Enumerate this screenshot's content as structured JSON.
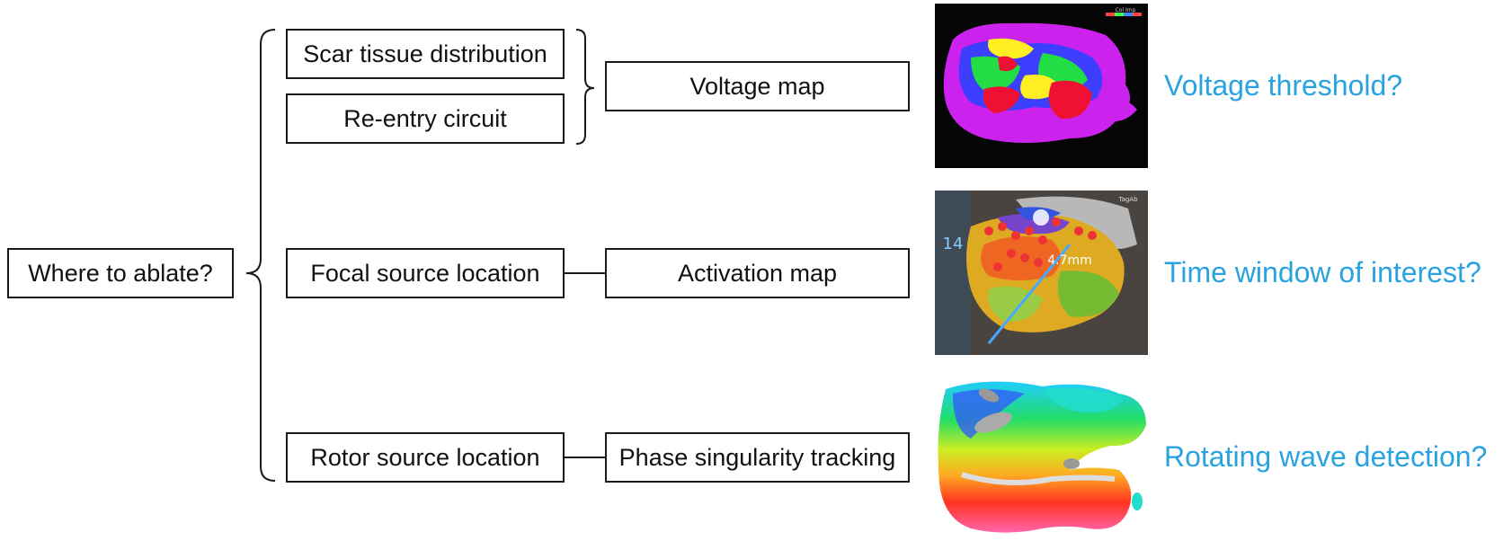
{
  "root": {
    "label": "Where to ablate?"
  },
  "targets": [
    {
      "label": "Scar tissue distribution"
    },
    {
      "label": "Re-entry circuit"
    },
    {
      "label": "Focal source location"
    },
    {
      "label": "Rotor source location"
    }
  ],
  "methods": [
    {
      "label": "Voltage map"
    },
    {
      "label": "Activation map"
    },
    {
      "label": "Phase singularity tracking"
    }
  ],
  "questions": [
    {
      "label": "Voltage threshold?"
    },
    {
      "label": "Time window of interest?"
    },
    {
      "label": "Rotating wave detection?"
    }
  ],
  "images": {
    "voltage_map_legend": "Col Imp",
    "activation_map_measure": "4.7mm",
    "activation_map_number": "14",
    "activation_map_tag": "TagAb"
  },
  "colors": {
    "question_text": "#29a3e0",
    "box_border": "#1a1a1a"
  }
}
